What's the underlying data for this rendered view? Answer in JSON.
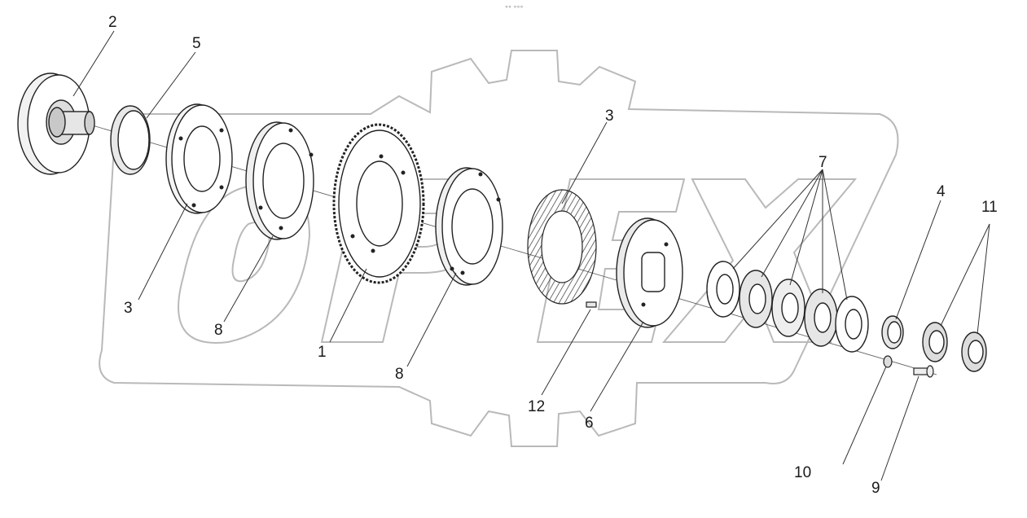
{
  "diagram": {
    "type": "exploded-assembly",
    "watermark_text": "OPEX",
    "top_mark": "°° °°°",
    "callouts": [
      {
        "id": "c2",
        "label": "2"
      },
      {
        "id": "c5",
        "label": "5"
      },
      {
        "id": "c3a",
        "label": "3"
      },
      {
        "id": "c3b",
        "label": "3"
      },
      {
        "id": "c8a",
        "label": "8"
      },
      {
        "id": "c1",
        "label": "1"
      },
      {
        "id": "c8b",
        "label": "8"
      },
      {
        "id": "c12",
        "label": "12"
      },
      {
        "id": "c6",
        "label": "6"
      },
      {
        "id": "c7",
        "label": "7"
      },
      {
        "id": "c4",
        "label": "4"
      },
      {
        "id": "c11",
        "label": "11"
      },
      {
        "id": "c10",
        "label": "10"
      },
      {
        "id": "c9",
        "label": "9"
      }
    ]
  }
}
